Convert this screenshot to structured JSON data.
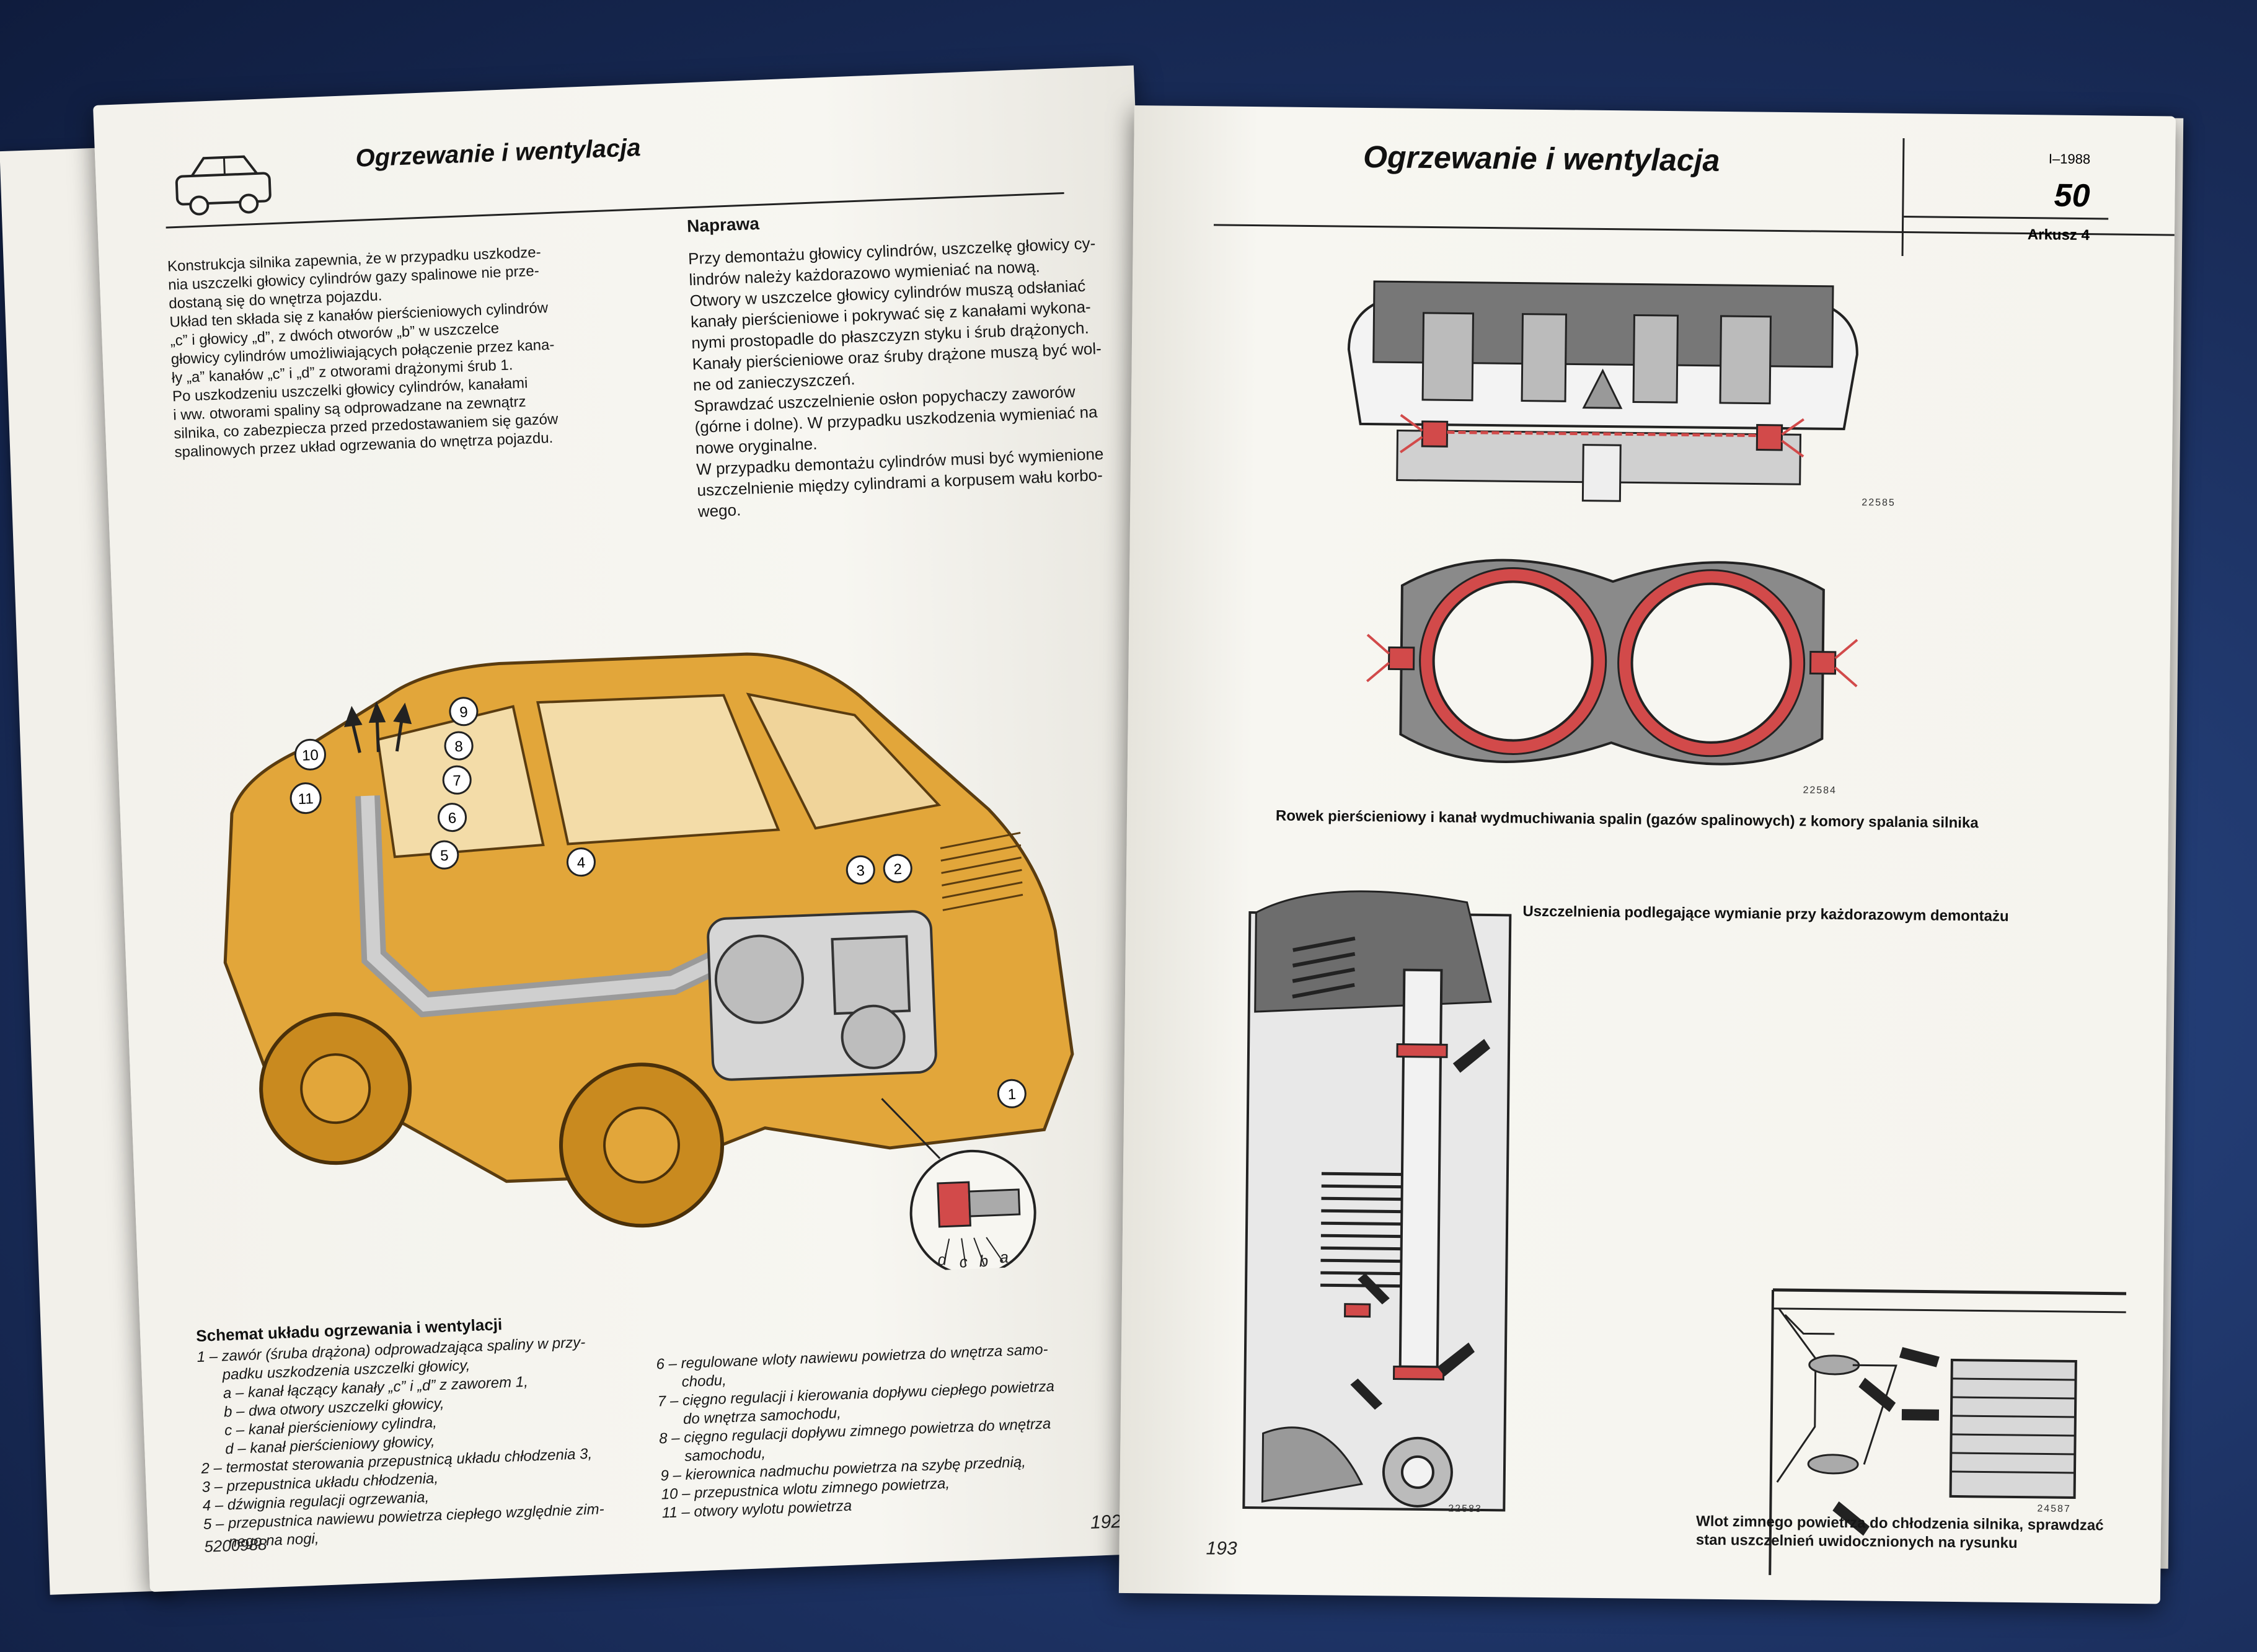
{
  "left": {
    "header_title": "Ogrzewanie i wentylacja",
    "intro_lines": [
      "Konstrukcja silnika zapewnia, że w przypadku uszkodze-",
      "nia uszczelki głowicy cylindrów gazy spalinowe nie prze-",
      "dostaną się do wnętrza pojazdu.",
      "Układ ten składa się z kanałów pierścieniowych cylindrów",
      "„c” i głowicy „d”, z dwóch otworów „b” w uszczelce",
      "głowicy cylindrów umożliwiających połączenie przez kana-",
      "ły „a” kanałów „c” i „d” z otworami drążonymi śrub 1.",
      "Po uszkodzeniu uszczelki głowicy cylindrów, kanałami",
      "i ww. otworami spaliny są odprowadzane na zewnątrz",
      "silnika, co zabezpiecza przed przedostawaniem się gazów",
      "spalinowych przez układ ogrzewania do wnętrza pojazdu."
    ],
    "repair_heading": "Naprawa",
    "repair_lines": [
      "Przy demontażu głowicy cylindrów, uszczelkę głowicy cy-",
      "lindrów należy każdorazowo wymieniać na nową.",
      "Otwory w uszczelce głowicy cylindrów muszą odsłaniać",
      "kanały pierścieniowe i pokrywać się z kanałami wykona-",
      "nymi prostopadle do płaszczyzn styku i śrub drążonych.",
      "Kanały pierścieniowe oraz śruby drążone muszą być wol-",
      "ne od zanieczyszczeń.",
      "Sprawdzać uszczelnienie osłon popychaczy zaworów",
      "(górne i dolne). W przypadku uszkodzenia wymieniać na",
      "nowe oryginalne.",
      "W przypadku demontażu cylindrów musi być wymienione",
      "uszczelnienie między cylindrami a korpusem wału korbo-",
      "wego."
    ],
    "schema_title": "Schemat układu ogrzewania i wentylacji",
    "legend_col1": [
      "1 – zawór (śruba drążona) odprowadzająca spaliny w przy-",
      "padku uszkodzenia uszczelki głowicy,",
      "a – kanał łączący kanały „c” i „d” z zaworem 1,",
      "b – dwa otwory uszczelki głowicy,",
      "c – kanał pierścieniowy cylindra,",
      "d – kanał pierścieniowy głowicy,",
      "2 – termostat sterowania przepustnicą układu chłodzenia 3,",
      "3 – przepustnica układu chłodzenia,",
      "4 – dźwignia regulacji ogrzewania,",
      "5 – przepustnica nawiewu powietrza ciepłego względnie zim-",
      "nego na nogi,"
    ],
    "legend_col2": [
      "6 – regulowane wloty nawiewu powietrza do wnętrza samo-",
      "chodu,",
      "7 – cięgno regulacji i kierowania dopływu ciepłego powietrza",
      "do wnętrza samochodu,",
      "8 – cięgno regulacji dopływu zimnego powietrza do wnętrza",
      "samochodu,",
      "9 – kierownica nadmuchu powietrza na szybę przednią,",
      "10 – przepustnica wlotu zimnego powietrza,",
      "11 – otwory wylotu powietrza"
    ],
    "callouts": [
      "1",
      "2",
      "3",
      "4",
      "5",
      "6",
      "7",
      "8",
      "9",
      "10",
      "11"
    ],
    "detail_letters": [
      "d",
      "c",
      "b",
      "a"
    ],
    "doc_code": "5200988",
    "page_number": "192"
  },
  "right": {
    "header_title": "Ogrzewanie i wentylacja",
    "issue": "I–1988",
    "section_number": "50",
    "sheet": "Arkusz 4",
    "fig1_code": "22585",
    "fig2_code": "22584",
    "fig2_caption": "Rowek pierścieniowy i kanał wydmuchiwania spalin (gazów spalinowych) z komory spalania silnika",
    "fig3_caption": "Uszczelnienia podlegające wymianie przy każdorazowym demontażu",
    "fig3_code": "22583",
    "fig4_code": "24587",
    "fig4_caption_lines": [
      "Wlot zimnego powietrza do chłodzenia silnika, sprawdzać",
      "stan uszczelnień uwidocznionych na rysunku"
    ],
    "page_number": "193"
  },
  "colors": {
    "car_body": "#e2a63a",
    "seal_red": "#d24a4a",
    "ink": "#1a1a1a"
  }
}
